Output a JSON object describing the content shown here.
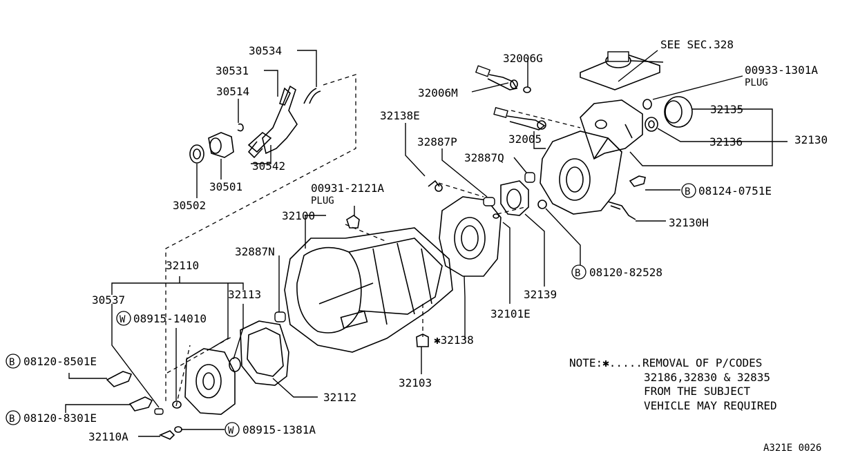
{
  "labels": {
    "p30534": "30534",
    "p30531": "30531",
    "p30514": "30514",
    "p30542": "30542",
    "p30501": "30501",
    "p30502": "30502",
    "p32006g": "32006G",
    "p32006m": "32006M",
    "p32138e": "32138E",
    "p32005": "32005",
    "p32887p": "32887P",
    "p32887q": "32887Q",
    "see_sec": "SEE SEC.328",
    "p00933": "00933-1301A",
    "plug1": "PLUG",
    "p32135": "32135",
    "p32136": "32136",
    "p32130": "32130",
    "p08124": "08124-0751E",
    "p32130h": "32130H",
    "p00931": "00931-2121A",
    "plug2": "PLUG",
    "p32100": "32100",
    "p32887n": "32887N",
    "p32110": "32110",
    "p30537": "30537",
    "p32113": "32113",
    "p08915_14010": "08915-14010",
    "p08120_82528": "08120-82528",
    "p32139": "32139",
    "p32101e": "32101E",
    "p32138": "✱32138",
    "p32103": "32103",
    "p08120_8501e": "08120-8501E",
    "p32112": "32112",
    "p08120_8301e": "08120-8301E",
    "p32110a": "32110A",
    "p08915_1381a": "08915-1381A",
    "ref": "A321E 0026"
  },
  "badges": {
    "b": "B",
    "w": "W"
  },
  "note": {
    "line1": "NOTE:✱.....REMOVAL OF P/CODES",
    "line2": "32186,32830 & 32835",
    "line3": "FROM THE SUBJECT",
    "line4": "VEHICLE MAY REQUIRED"
  }
}
